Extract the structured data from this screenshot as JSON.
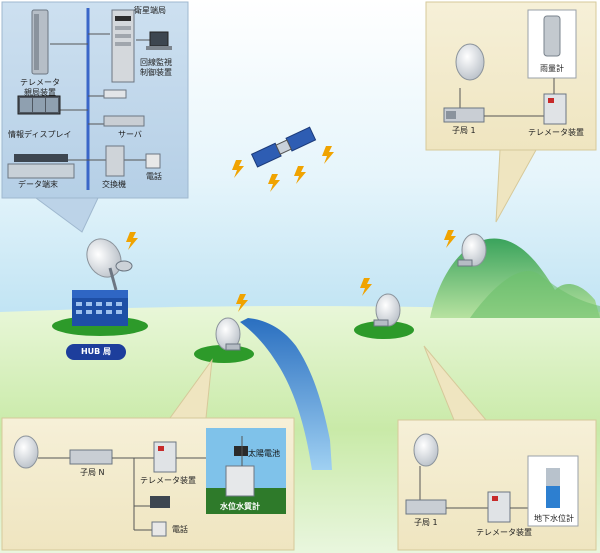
{
  "hub": {
    "label": "HUB 局"
  },
  "hub_center": {
    "satellite_terminal": "衛星端局",
    "telemeter_master": "テレメータ\n親局装置",
    "line_monitor": "回線監視\n制御装置",
    "info_display": "情報ディスプレイ",
    "server": "サーバ",
    "data_terminal": "データ端末",
    "exchange": "交換機",
    "telephone": "電話"
  },
  "station_rain": {
    "slave": "子局 1",
    "telemeter": "テレメータ装置",
    "sensor": "雨量計"
  },
  "station_water_quality": {
    "slave": "子局 N",
    "telemeter": "テレメータ装置",
    "phone": "電話",
    "solar": "太陽電池",
    "sensor": "水位水質計"
  },
  "station_groundwater": {
    "slave": "子局 1",
    "telemeter": "テレメータ装置",
    "sensor": "地下水位計"
  },
  "colors": {
    "sky_top": "#ffffff",
    "sky_bottom": "#c9e8f6",
    "grass": "#5dbb3a",
    "river": "#3b86d0",
    "hub_badge": "#1d3e9c",
    "panel_blue": "#bfd7ea",
    "panel_beige": "#f3ebcd",
    "bolt": "#f0a300"
  }
}
